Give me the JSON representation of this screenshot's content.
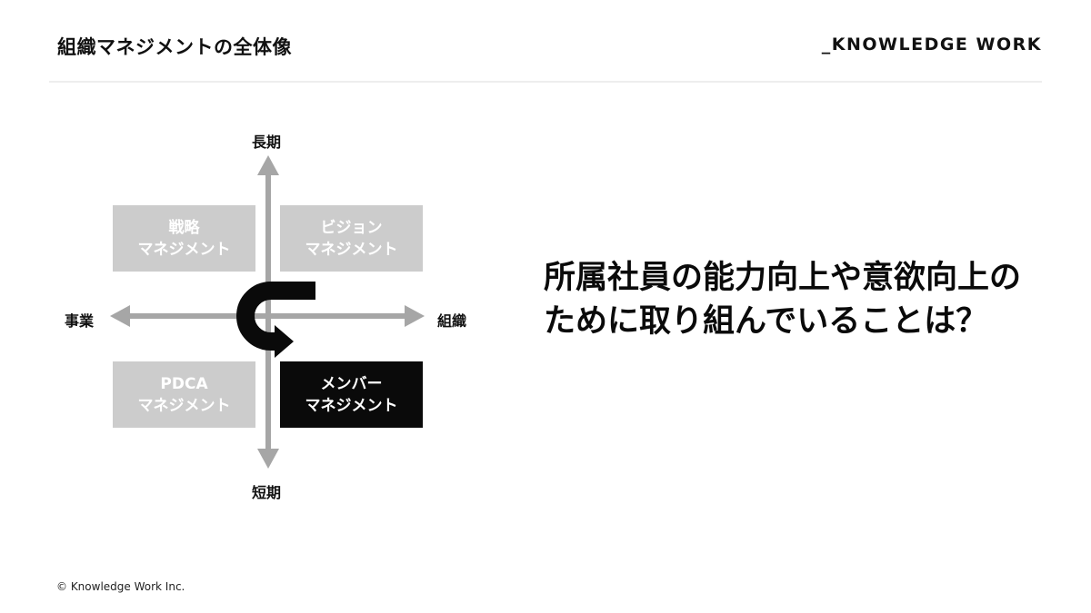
{
  "header": {
    "title": "組織マネジメントの全体像",
    "brand": "_KNOWLEDGE WORK"
  },
  "diagram": {
    "axis_top": "長期",
    "axis_bottom": "短期",
    "axis_left": "事業",
    "axis_right": "組織",
    "quadrants": {
      "top_left": {
        "line1": "戦略",
        "line2": "マネジメント"
      },
      "top_right": {
        "line1": "ビジョン",
        "line2": "マネジメント"
      },
      "bottom_left": {
        "line1": "PDCA",
        "line2": "マネジメント"
      },
      "bottom_right": {
        "line1": "メンバー",
        "line2": "マネジメント",
        "highlighted": true
      }
    },
    "colors": {
      "quadrant_inactive": "#cccccc",
      "quadrant_active": "#0a0a0a",
      "axis": "#a6a6a6",
      "curved_arrow": "#0a0a0a"
    },
    "icons": [
      "axis-arrow-up-icon",
      "axis-arrow-down-icon",
      "axis-arrow-left-icon",
      "axis-arrow-right-icon",
      "u-turn-arrow-icon"
    ]
  },
  "question": {
    "text": "所属社員の能力向上や意欲向上のために取り組んでいることは？"
  },
  "footer": {
    "copyright": "© Knowledge Work Inc."
  }
}
